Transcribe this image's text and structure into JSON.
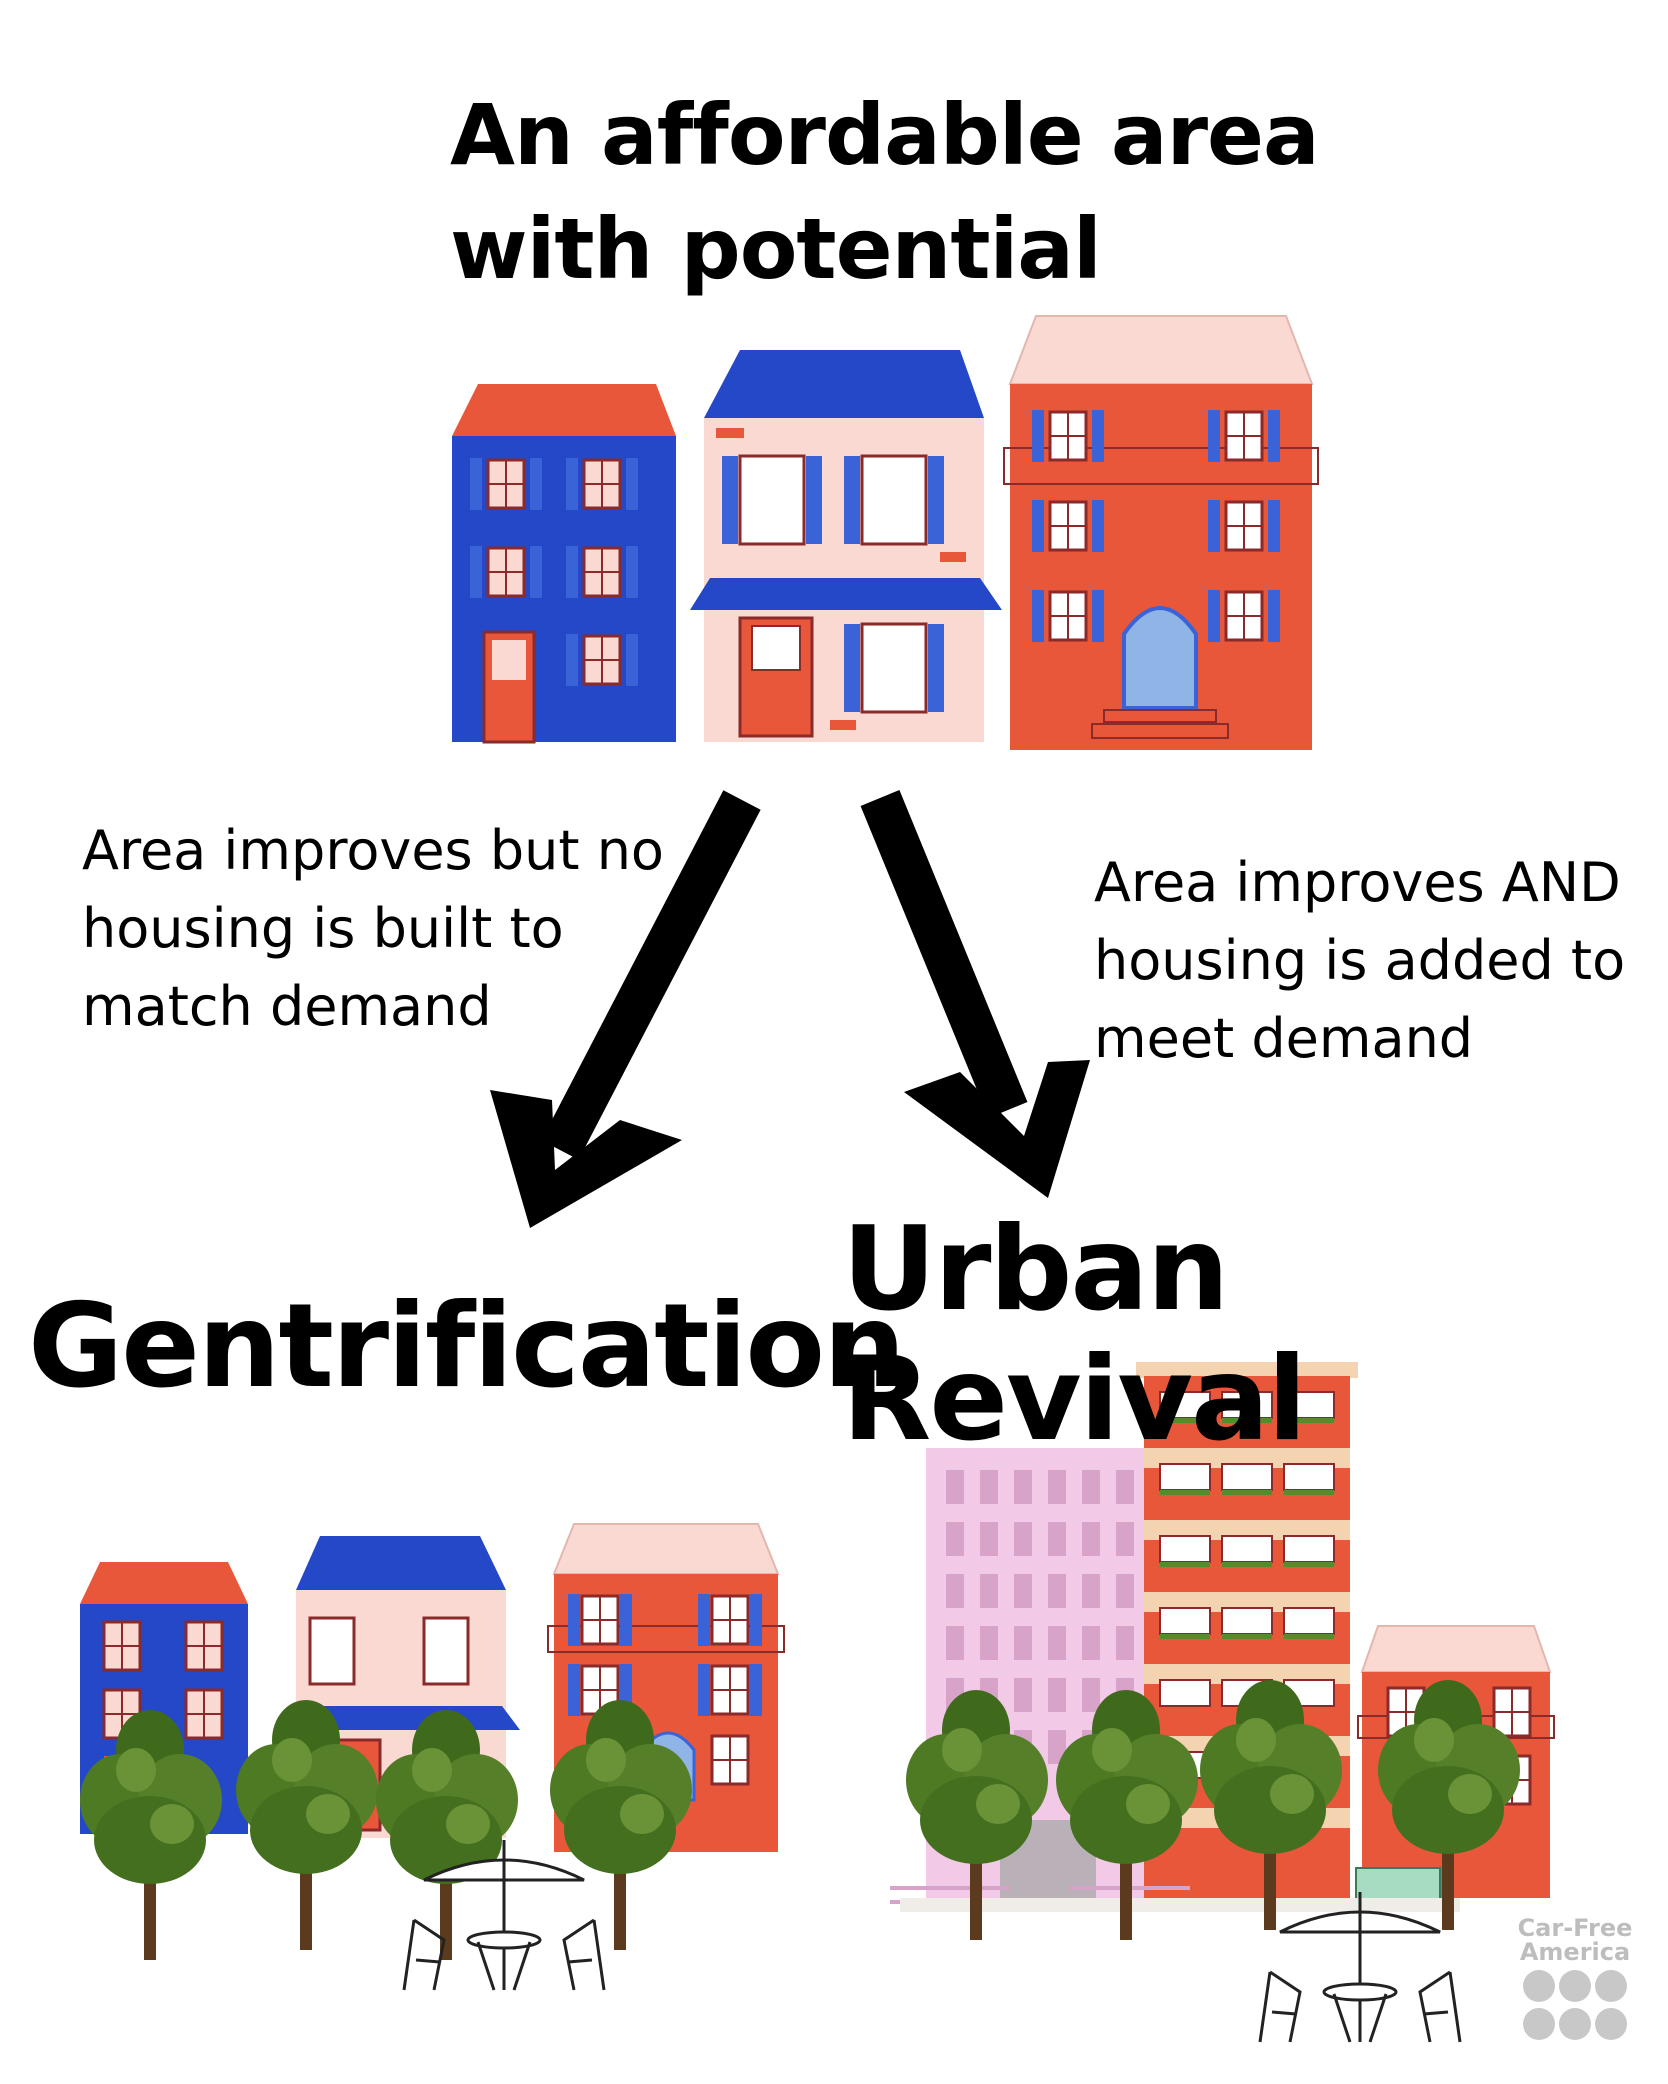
{
  "title": {
    "line1": "An affordable area",
    "line2": "with potential"
  },
  "branch_left": {
    "lines": [
      "Area improves but no",
      "housing is built to",
      "match demand"
    ],
    "outcome": "Gentrification"
  },
  "branch_right": {
    "lines": [
      "Area improves AND",
      "housing is added to",
      "meet demand"
    ],
    "outcome": "Urban Revival"
  },
  "logo": {
    "line1": "Car-Free",
    "line2": "America"
  },
  "colors": {
    "blue": "#2448c8",
    "orange": "#e8573a",
    "pink": "#fbd9d3",
    "pink_building": "#f2c9e6",
    "tree": "#4e7a24",
    "arrow": "#000000"
  },
  "icons": [
    "left-arrow-icon",
    "right-arrow-icon",
    "tree-icon",
    "cafe-table-icon",
    "logo-icon"
  ]
}
